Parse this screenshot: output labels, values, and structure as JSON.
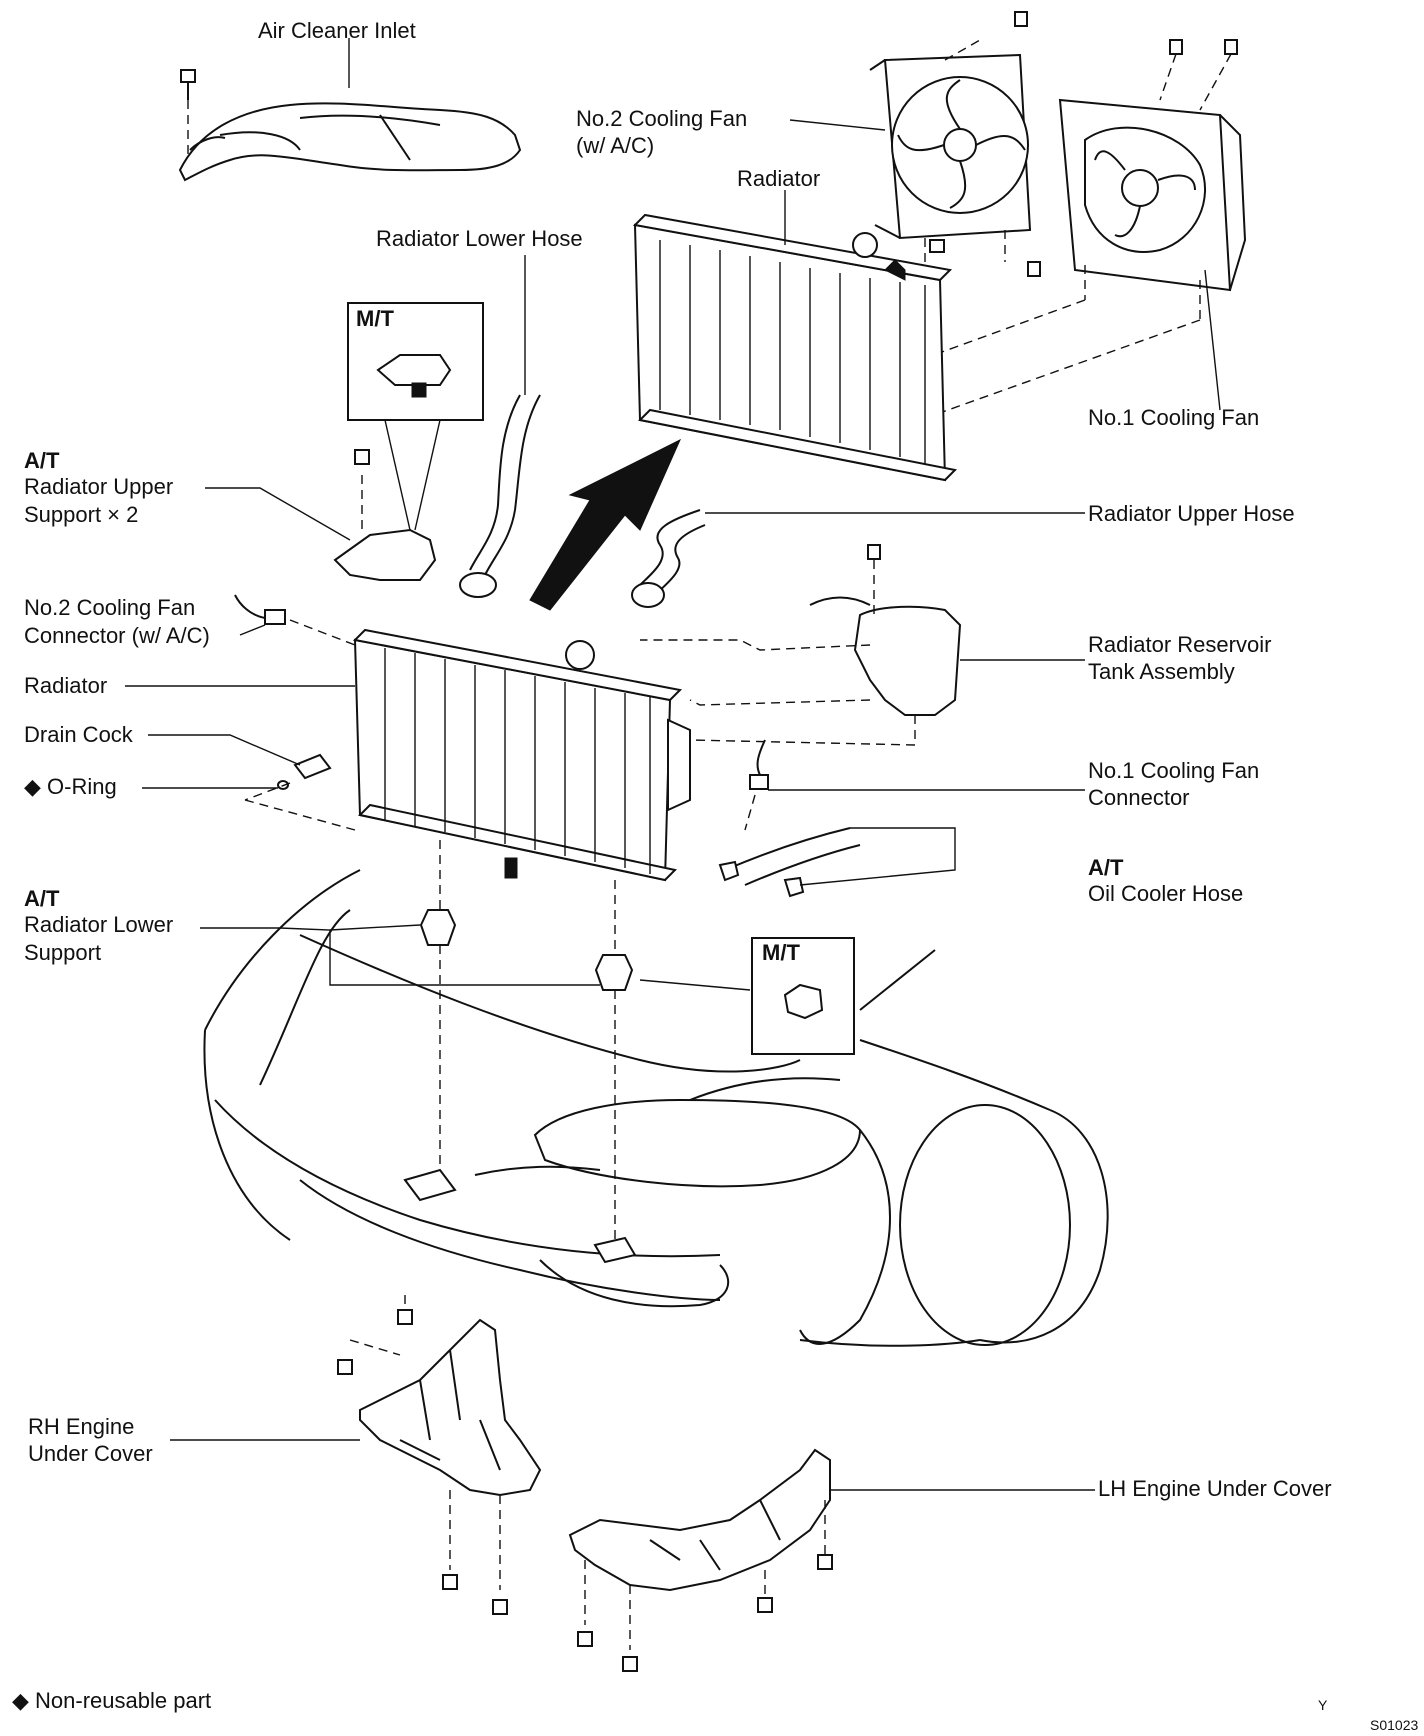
{
  "labels": {
    "air_cleaner_inlet": "Air Cleaner Inlet",
    "no2_cooling_fan": "No.2 Cooling Fan",
    "no2_cooling_fan_ac": "(w/ A/C)",
    "radiator_top": "Radiator",
    "radiator_lower_hose": "Radiator Lower Hose",
    "mt_top": "M/T",
    "at_upper": "A/T",
    "radiator_upper_support": "Radiator Upper",
    "radiator_upper_support_2": "Support × 2",
    "no1_cooling_fan": "No.1 Cooling Fan",
    "radiator_upper_hose": "Radiator Upper Hose",
    "no2_fan_connector": "No.2 Cooling Fan",
    "no2_fan_connector_2": "Connector (w/ A/C)",
    "radiator_mid": "Radiator",
    "drain_cock": "Drain Cock",
    "o_ring": "O-Ring",
    "reservoir": "Radiator Reservoir",
    "reservoir_2": "Tank Assembly",
    "no1_fan_connector": "No.1 Cooling Fan",
    "no1_fan_connector_2": "Connector",
    "at_oil": "A/T",
    "oil_cooler_hose": "Oil Cooler Hose",
    "at_lower": "A/T",
    "radiator_lower_support": "Radiator Lower",
    "radiator_lower_support_2": "Support",
    "mt_lower": "M/T",
    "rh_under_cover": "RH Engine",
    "rh_under_cover_2": "Under Cover",
    "lh_under_cover": "LH Engine Under Cover",
    "legend": "Non-reusable part",
    "corner_y": "Y",
    "figure_code": "S01023"
  },
  "symbols": {
    "non_reusable": "◆"
  }
}
